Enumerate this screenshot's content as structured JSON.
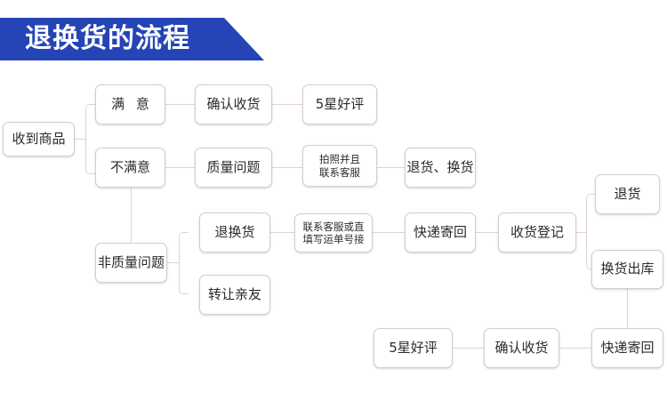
{
  "header": {
    "title": "退换货的流程",
    "banner_color": "#2544b5",
    "title_color": "#ffffff"
  },
  "theme": {
    "box_border_color": "#d6cdca",
    "connector_color": "#ded4d1",
    "box_background": "#ffffff",
    "text_color": "#2b2b2b"
  },
  "flowchart": {
    "type": "flowchart",
    "nodes": [
      {
        "id": "received",
        "label": "收到商品"
      },
      {
        "id": "satisfied",
        "label": "满 意"
      },
      {
        "id": "confirm-receipt",
        "label": "确认收货"
      },
      {
        "id": "five-star",
        "label": "5星好评"
      },
      {
        "id": "unsatisfied",
        "label": "不满意"
      },
      {
        "id": "quality-issue",
        "label": "质量问题"
      },
      {
        "id": "photo-contact",
        "label": "拍照并且\n联系客服"
      },
      {
        "id": "return-exchange-pair",
        "label": "退货、换货"
      },
      {
        "id": "non-quality-issue",
        "label": "非质量问题"
      },
      {
        "id": "return-or-exchange",
        "label": "退换货"
      },
      {
        "id": "contact-or-waybill",
        "label": "联系客服或直\n填写运单号接"
      },
      {
        "id": "express-send-back",
        "label": "快递寄回"
      },
      {
        "id": "receipt-registration",
        "label": "收货登记"
      },
      {
        "id": "refund",
        "label": "退货"
      },
      {
        "id": "exchange-outbound",
        "label": "换货出库"
      },
      {
        "id": "transfer-friend",
        "label": "转让亲友"
      },
      {
        "id": "five-star-bottom",
        "label": "5星好评"
      },
      {
        "id": "confirm-receipt-bottom",
        "label": "确认收货"
      },
      {
        "id": "express-send-back-bottom",
        "label": "快递寄回"
      }
    ],
    "edges": [
      {
        "from": "received",
        "to": "satisfied"
      },
      {
        "from": "received",
        "to": "unsatisfied"
      },
      {
        "from": "satisfied",
        "to": "confirm-receipt"
      },
      {
        "from": "confirm-receipt",
        "to": "five-star"
      },
      {
        "from": "unsatisfied",
        "to": "quality-issue"
      },
      {
        "from": "unsatisfied",
        "to": "non-quality-issue"
      },
      {
        "from": "quality-issue",
        "to": "photo-contact"
      },
      {
        "from": "photo-contact",
        "to": "return-exchange-pair"
      },
      {
        "from": "non-quality-issue",
        "to": "return-or-exchange"
      },
      {
        "from": "non-quality-issue",
        "to": "transfer-friend"
      },
      {
        "from": "return-or-exchange",
        "to": "contact-or-waybill"
      },
      {
        "from": "contact-or-waybill",
        "to": "express-send-back"
      },
      {
        "from": "express-send-back",
        "to": "receipt-registration"
      },
      {
        "from": "receipt-registration",
        "to": "refund"
      },
      {
        "from": "receipt-registration",
        "to": "exchange-outbound"
      },
      {
        "from": "exchange-outbound",
        "to": "express-send-back-bottom"
      },
      {
        "from": "express-send-back-bottom",
        "to": "confirm-receipt-bottom"
      },
      {
        "from": "confirm-receipt-bottom",
        "to": "five-star-bottom"
      }
    ]
  }
}
